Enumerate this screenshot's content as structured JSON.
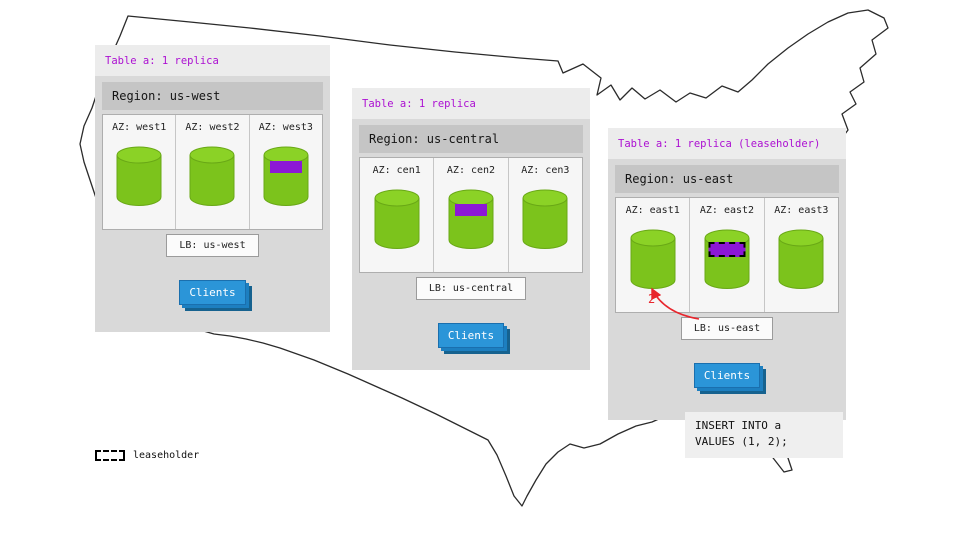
{
  "legend": {
    "label": "leaseholder"
  },
  "colors": {
    "replica_green": "#7cc31c",
    "range_purple": "#8c17d6",
    "clients_blue": "#2b95d8",
    "annotation_red": "#e8262d",
    "header_purple": "#ac10d2"
  },
  "icons": {
    "map": "us-map-outline",
    "database": "replica-cylinder",
    "replica_marker": "purple-band",
    "leaseholder_marker": "purple-band-dashed"
  },
  "regions": [
    {
      "header": "Table a: 1 replica",
      "title": "Region: us-west",
      "azs": [
        {
          "label": "AZ: west1"
        },
        {
          "label": "AZ: west2"
        },
        {
          "label": "AZ: west3",
          "has_replica": true
        }
      ],
      "lb_label": "LB: us-west",
      "clients_label": "Clients"
    },
    {
      "header": "Table a: 1 replica",
      "title": "Region: us-central",
      "azs": [
        {
          "label": "AZ: cen1"
        },
        {
          "label": "AZ: cen2",
          "has_replica": true
        },
        {
          "label": "AZ: cen3"
        }
      ],
      "lb_label": "LB: us-central",
      "clients_label": "Clients"
    },
    {
      "header": "Table a: 1 replica (leaseholder)",
      "title": "Region: us-east",
      "azs": [
        {
          "label": "AZ: east1"
        },
        {
          "label": "AZ: east2",
          "has_replica": true,
          "is_leaseholder": true
        },
        {
          "label": "AZ: east3"
        }
      ],
      "lb_label": "LB: us-east",
      "clients_label": "Clients",
      "step_number": "2",
      "sql_statement": "INSERT INTO a\nVALUES (1, 2);"
    }
  ]
}
